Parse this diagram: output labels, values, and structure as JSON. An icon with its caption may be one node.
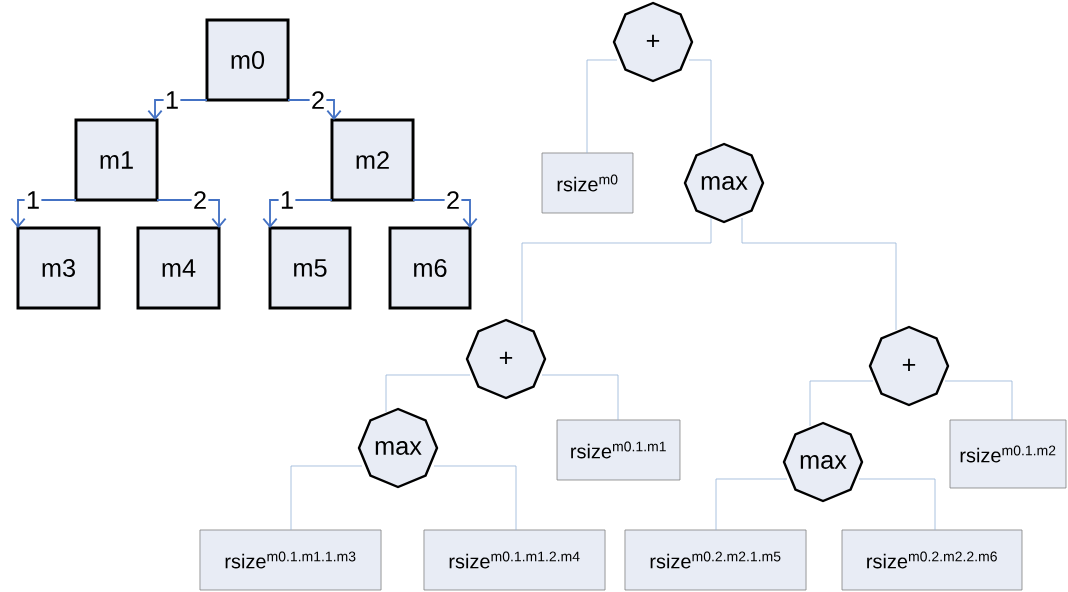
{
  "diagram": {
    "nodes": [
      {
        "text": [
          "m0"
        ]
      },
      {
        "text": [
          "m1"
        ]
      },
      {
        "text": [
          "m2"
        ]
      },
      {
        "text": [
          "m3"
        ]
      },
      {
        "text": [
          "m4"
        ]
      },
      {
        "text": [
          "m5"
        ]
      },
      {
        "text": [
          "m6"
        ]
      },
      {
        "text": [
          "+"
        ]
      },
      {
        "text": [
          "rsize$^{m0}$"
        ]
      },
      {
        "text": [
          "max"
        ]
      },
      {
        "text": [
          "+"
        ]
      },
      {
        "text": [
          "rsize$^{m0.1.m1}$"
        ]
      },
      {
        "text": [
          "max"
        ]
      },
      {
        "text": [
          "rsize$^{m0.1.m1.1.m3}$"
        ]
      },
      {
        "text": [
          "rsize$^{m0.1.m1.2.m4}$"
        ]
      },
      {
        "text": [
          "+"
        ]
      },
      {
        "text": [
          "rsize$^{m0.1.m2}$"
        ]
      },
      {
        "text": [
          "max"
        ]
      },
      {
        "text": [
          "rsize$^{m0.2.m2.1.m5}$"
        ]
      },
      {
        "text": [
          "rsize$^{m0.2.m2.2.m6}$"
        ]
      }
    ],
    "edges": [
      {
        "from": 0,
        "to": 1,
        "arrow": "to",
        "label": "1",
        "color": "#4472c4"
      },
      {
        "from": 0,
        "to": 2,
        "arrow": "to",
        "label": "2",
        "color": "#4472c4"
      },
      {
        "from": 1,
        "to": 3,
        "arrow": "to",
        "label": "1",
        "color": "#4472c4"
      },
      {
        "from": 1,
        "to": 4,
        "arrow": "to",
        "label": "2",
        "color": "#4472c4"
      },
      {
        "from": 2,
        "to": 5,
        "arrow": "to",
        "label": "1",
        "color": "#4472c4"
      },
      {
        "from": 2,
        "to": 6,
        "arrow": "to",
        "label": "2",
        "color": "#4472c4"
      },
      {
        "from": 7,
        "to": 8,
        "arrow": "none"
      },
      {
        "from": 7,
        "to": 9,
        "arrow": "none"
      },
      {
        "from": 9,
        "to": 10,
        "arrow": "none"
      },
      {
        "from": 9,
        "to": 15,
        "arrow": "none"
      },
      {
        "from": 10,
        "to": 12,
        "arrow": "none"
      },
      {
        "from": 10,
        "to": 11,
        "arrow": "none"
      },
      {
        "from": 12,
        "to": 13,
        "arrow": "none"
      },
      {
        "from": 12,
        "to": 14,
        "arrow": "none"
      },
      {
        "from": 15,
        "to": 17,
        "arrow": "none"
      },
      {
        "from": 15,
        "to": 16,
        "arrow": "none"
      },
      {
        "from": 17,
        "to": 18,
        "arrow": "none"
      },
      {
        "from": 17,
        "to": 19,
        "arrow": "none"
      }
    ]
  }
}
